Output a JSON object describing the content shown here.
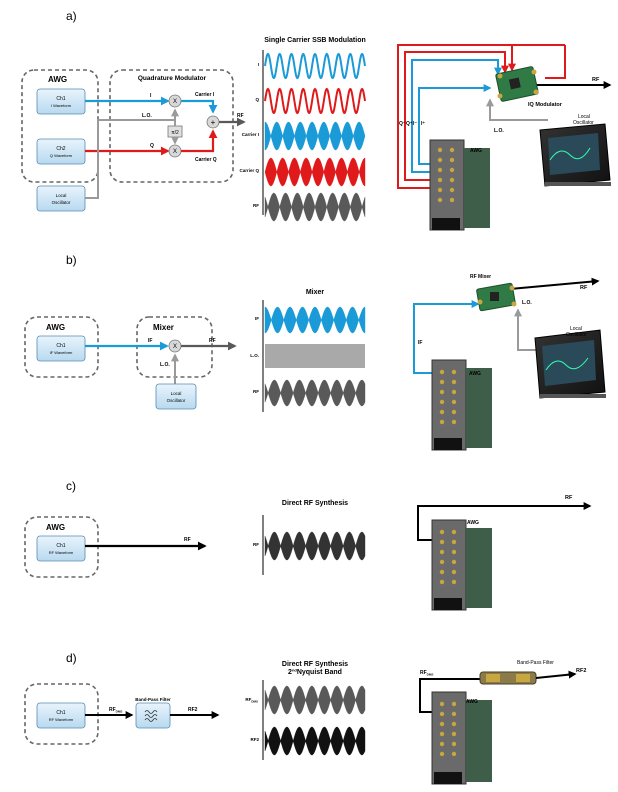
{
  "colors": {
    "blue": "#1a9ad6",
    "red": "#e01a1a",
    "gray": "#9a9a9a",
    "dark": "#595959",
    "black": "#000000",
    "box_fill": "#cde6f6",
    "box_stroke": "#5a8bb0",
    "dash": "#666666"
  },
  "panels": {
    "a": {
      "letter": "a)",
      "awg_title": "AWG",
      "ch1": "Ch1",
      "ch1_sub": "I Waveform",
      "ch2": "Ch2",
      "ch2_sub": "Q Waveform",
      "lo_box": "Local",
      "lo_box_sub": "Oscillator",
      "qm_title": "Quadrature Modulator",
      "mix": "X",
      "sum": "+",
      "phase": "π/2",
      "i": "I",
      "q": "Q",
      "lo": "L.O.",
      "carrier_i": "Carrier I",
      "carrier_q": "Carrier Q",
      "rf": "RF",
      "wave_title": "Single Carrier SSB Modulation",
      "wave_labels": [
        "I",
        "Q",
        "Carrier I",
        "Carrier Q",
        "RF"
      ],
      "hw_rf": "RF",
      "hw_awg": "AWG",
      "hw_iqmod": "IQ Modulator",
      "hw_lo": "L.O.",
      "hw_local": "Local",
      "hw_osc": "Oscillator",
      "hw_q_minus": "Q⁻",
      "hw_q_plus": "Q⁺",
      "hw_i_minus": "I⁻",
      "hw_i_plus": "I⁺"
    },
    "b": {
      "letter": "b)",
      "awg_title": "AWG",
      "ch1": "Ch1",
      "ch1_sub": "IF Waveform",
      "mixer_title": "Mixer",
      "mix": "X",
      "if": "IF",
      "rf": "RF",
      "lo": "L.O.",
      "lo_box": "Local",
      "lo_box_sub": "Oscillator",
      "wave_title": "Mixer",
      "wave_labels": [
        "IF",
        "L.O.",
        "RF"
      ],
      "hw_rfmixer": "RF Mixer",
      "hw_rf": "RF",
      "hw_lo": "L.O.",
      "hw_if": "IF",
      "hw_awg": "AWG",
      "hw_local": "Local",
      "hw_osc": "Oscillator"
    },
    "c": {
      "letter": "c)",
      "awg_title": "AWG",
      "ch1": "Ch1",
      "ch1_sub": "RF Waveform",
      "rf": "RF",
      "wave_title": "Direct RF Synthesis",
      "wave_label": "RF",
      "hw_rf": "RF",
      "hw_awg": "AWG"
    },
    "d": {
      "letter": "d)",
      "ch1": "Ch1",
      "ch1_sub": "RF Waveform",
      "rf_main": "RF",
      "rf_sub": "DMS",
      "bpf": "Band-Pass Filter",
      "rf2": "RF2",
      "wave_title": "Direct RF Synthesis",
      "wave_title2_pre": "2",
      "wave_title2_sup": "nd",
      "wave_title2_post": "Nyquist Band",
      "wave_label_rf": "RF",
      "wave_label_rf_sub": "DMS",
      "wave_label_rf2": "RF2",
      "hw_rf": "RF",
      "hw_rf_sub": "DMS",
      "hw_bpf": "Band-Pass Filter",
      "hw_rf2": "RF2",
      "hw_awg": "AWG"
    }
  }
}
